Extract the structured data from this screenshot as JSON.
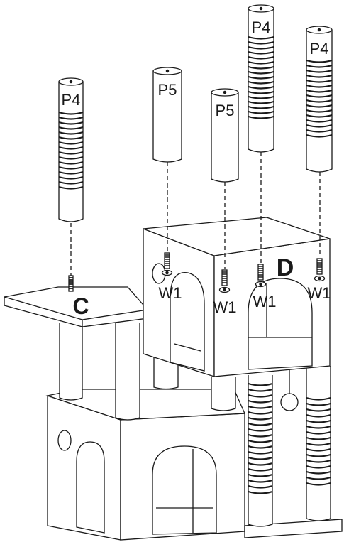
{
  "parts": {
    "p4_left": "P4",
    "p5_a": "P5",
    "p5_b": "P5",
    "p4_mid": "P4",
    "p4_right": "P4",
    "platform_c": "C",
    "condo_d": "D",
    "w1_a": "W1",
    "w1_b": "W1",
    "w1_c": "W1",
    "w1_d": "W1"
  },
  "colors": {
    "line": "#1a1a1a",
    "fill": "#ffffff"
  }
}
